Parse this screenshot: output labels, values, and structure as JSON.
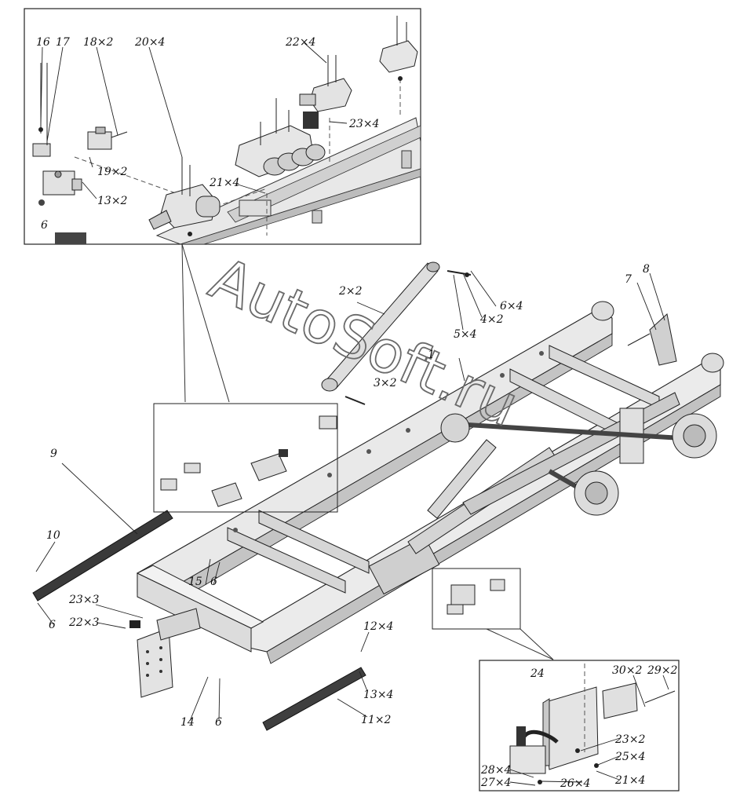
{
  "watermark": "AutoSoft.ru",
  "callouts": {
    "c1": "1",
    "c2x2": "2×2",
    "c3x2": "3×2",
    "c4x2": "4×2",
    "c5x4": "5×4",
    "c6x4": "6×4",
    "c7": "7",
    "c8": "8",
    "c9": "9",
    "c10": "10",
    "c6_left": "6",
    "c15": "15",
    "c6_mid": "6",
    "c23x3": "23×3",
    "c22x3": "22×3",
    "c14": "14",
    "c6_bottom": "6",
    "c11x2": "11×2",
    "c12x4": "12×4",
    "c13x4": "13×4"
  },
  "inset_valves": {
    "c16": "16",
    "c17": "17",
    "c18x2": "18×2",
    "c20x4": "20×4",
    "c22x4": "22×4",
    "c23x4": "23×4",
    "c21x4": "21×4",
    "c19x2": "19×2",
    "c13x2": "13×2",
    "c6": "6"
  },
  "inset_battery": {
    "c24": "24",
    "c30x2": "30×2",
    "c29x2": "29×2",
    "c23x2": "23×2",
    "c25x4": "25×4",
    "c21x4": "21×4",
    "c28x4": "28×4",
    "c27x4": "27×4",
    "c26x4": "26×4"
  },
  "colors": {
    "line": "#1a1a1a",
    "part_fill": "#e6e6e6",
    "part_shade": "#bdbdbd",
    "dark": "#3a3a3a"
  }
}
